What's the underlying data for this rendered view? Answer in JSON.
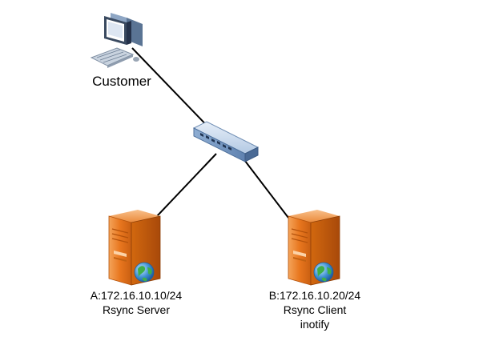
{
  "diagram": {
    "nodes": {
      "customer": {
        "label": "Customer",
        "icon": "desktop-computer-icon"
      },
      "switch": {
        "icon": "network-switch-icon"
      },
      "server_a": {
        "lines": [
          "A:172.16.10.10/24",
          "Rsync Server"
        ],
        "icon": "server-tower-icon"
      },
      "server_b": {
        "lines": [
          "B:172.16.10.20/24",
          "Rsync Client",
          "inotify"
        ],
        "icon": "server-tower-icon"
      }
    },
    "links": [
      {
        "from": "customer",
        "to": "switch"
      },
      {
        "from": "switch",
        "to": "server_a"
      },
      {
        "from": "switch",
        "to": "server_b"
      }
    ],
    "colors": {
      "server_orange": "#e8761e",
      "server_dark": "#b4520b",
      "switch_blue": "#a9c3df",
      "link": "#000000"
    }
  }
}
